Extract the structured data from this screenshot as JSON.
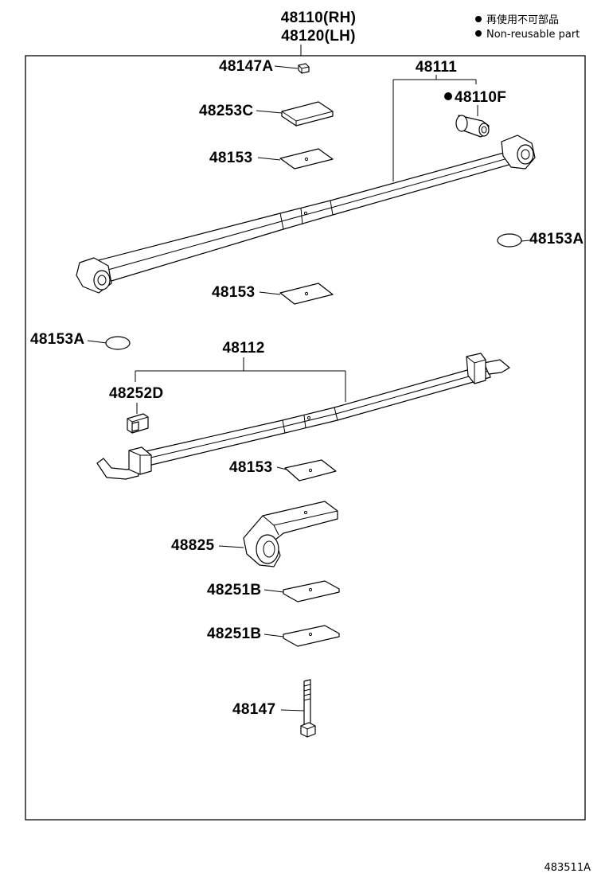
{
  "title": {
    "line1": "48110(RH)",
    "line2": "48120(LH)"
  },
  "legend": {
    "jp": "再使用不可部品",
    "en": "Non-reusable part"
  },
  "labels": {
    "p48147A": "48147A",
    "p48111": "48111",
    "p48110F": "48110F",
    "p48253C": "48253C",
    "p48153_top": "48153",
    "p48153A_right": "48153A",
    "p48153_mid": "48153",
    "p48153A_left": "48153A",
    "p48112": "48112",
    "p48252D": "48252D",
    "p48153_low": "48153",
    "p48825": "48825",
    "p48251B_1": "48251B",
    "p48251B_2": "48251B",
    "p48147": "48147"
  },
  "diagram_code": "483511A",
  "colors": {
    "line": "#000000",
    "background": "#ffffff"
  }
}
